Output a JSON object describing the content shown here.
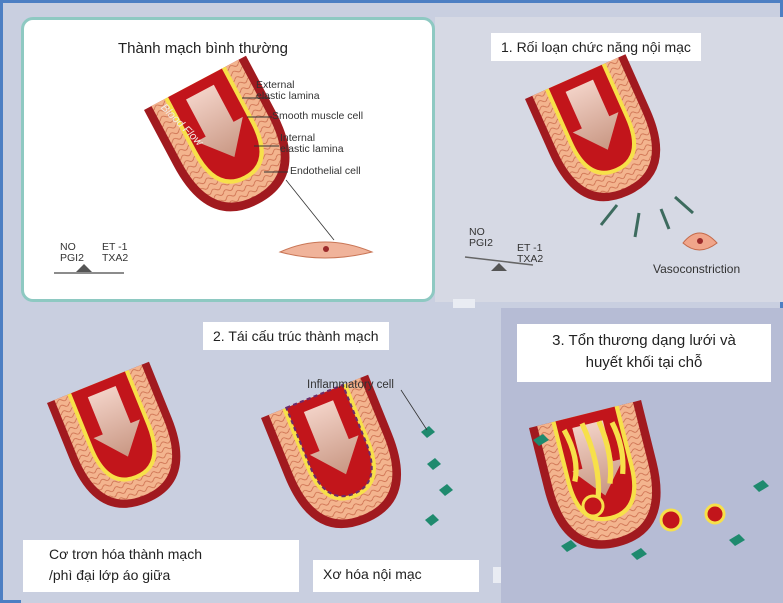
{
  "panel_normal": {
    "title": "Thành mạch bình thường",
    "labels": {
      "external": "External",
      "external2": "elastic lamina",
      "smooth": "Smooth muscle cell",
      "internal": "Internal",
      "internal2": "elastic lamina",
      "endothelial": "Endothelial  cell",
      "blood_flow": "Blood Flow"
    },
    "balance": {
      "left1": "NO",
      "left2": "PGI2",
      "right1": "ET -1",
      "right2": "TXA2"
    }
  },
  "panel_dysfunction": {
    "title": "1. Rối loạn chức năng nội mạc",
    "balance": {
      "left1": "NO",
      "left2": "PGI2",
      "right1": "ET -1",
      "right2": "TXA2"
    },
    "vasoconstriction": "Vasoconstriction"
  },
  "panel_remodeling": {
    "title": "2. Tái cấu trúc thành mạch",
    "inflammatory": "Inflammatory cell",
    "caption_left": [
      "Cơ trơn hóa thành mạch",
      "/phì đại lớp áo giữa"
    ],
    "caption_right": "Xơ hóa nội mạc"
  },
  "panel_plexiform": {
    "title": [
      "3. Tổn thương dạng lưới và",
      "huyết khối tại chỗ"
    ]
  },
  "colors": {
    "vessel": "#b51e23",
    "lumen": "#d8282c",
    "wall": "#f0a882",
    "lamina": "#f7e04a",
    "frame": "#4d7fc3",
    "cell": "#1f8a6e"
  }
}
